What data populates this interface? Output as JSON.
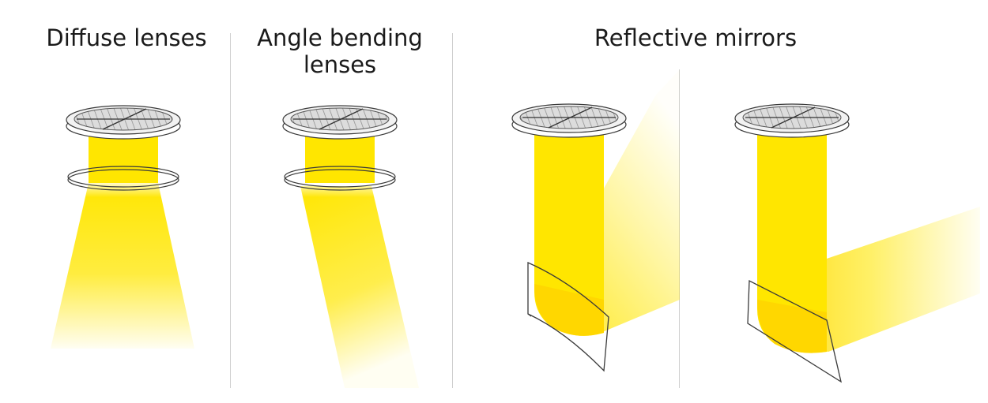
{
  "panels": {
    "diffuse": {
      "title": "Diffuse lenses"
    },
    "angle": {
      "title": "Angle bending\nlenses"
    },
    "reflective": {
      "title": "Reflective mirrors"
    }
  },
  "colors": {
    "beam": "#ffe600",
    "beam_dark": "#ffd000",
    "outline": "#3a3a3a",
    "divider": "#cfcfcf"
  },
  "icons": [
    "light-fixture-grate-icon",
    "lens-ring-icon",
    "mirror-icon"
  ]
}
